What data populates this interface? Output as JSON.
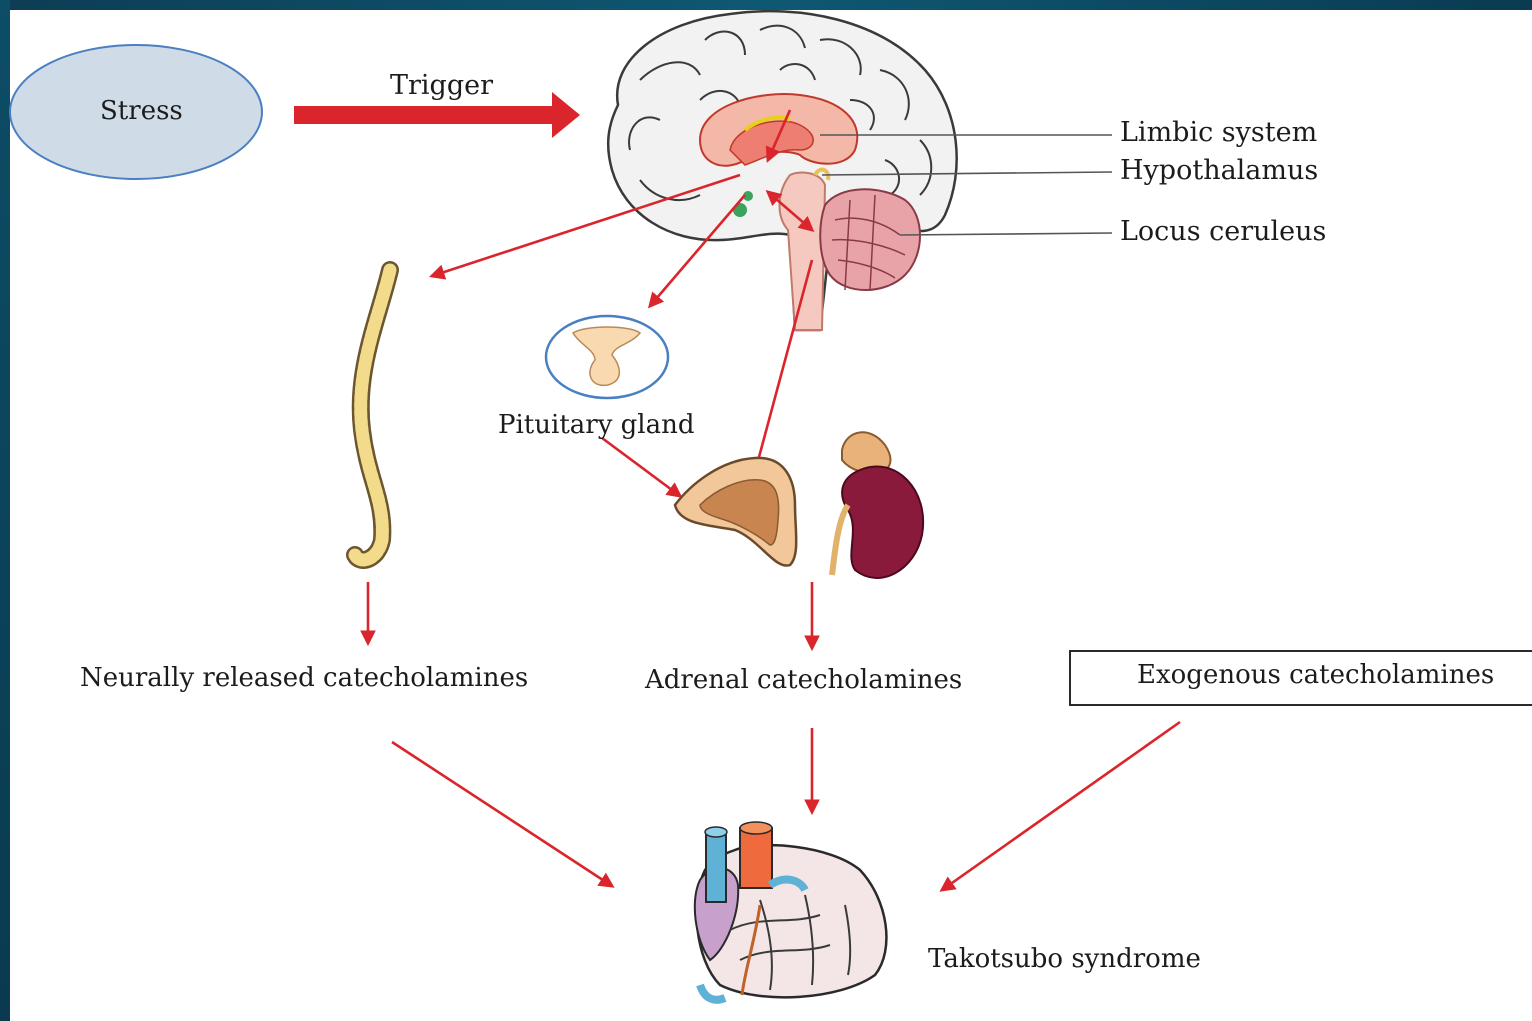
{
  "nodes": {
    "stress": "Stress",
    "trigger": "Trigger",
    "limbic": "Limbic system",
    "hypothalamus": "Hypothalamus",
    "locus": "Locus ceruleus",
    "pituitary": "Pituitary gland",
    "neural": "Neurally released catecholamines",
    "adrenal": "Adrenal catecholamines",
    "exogenous": "Exogenous catecholamines",
    "takotsubo": "Takotsubo syndrome"
  },
  "colors": {
    "arrow": "#d9252b",
    "stress_fill": "#cfdbe6",
    "stress_stroke": "#4a7fc1",
    "frame": "#0b4a63"
  },
  "icons": [
    "brain-illustration",
    "spine-illustration",
    "pituitary-illustration",
    "adrenal-gland-illustration",
    "kidney-illustration",
    "heart-illustration"
  ]
}
